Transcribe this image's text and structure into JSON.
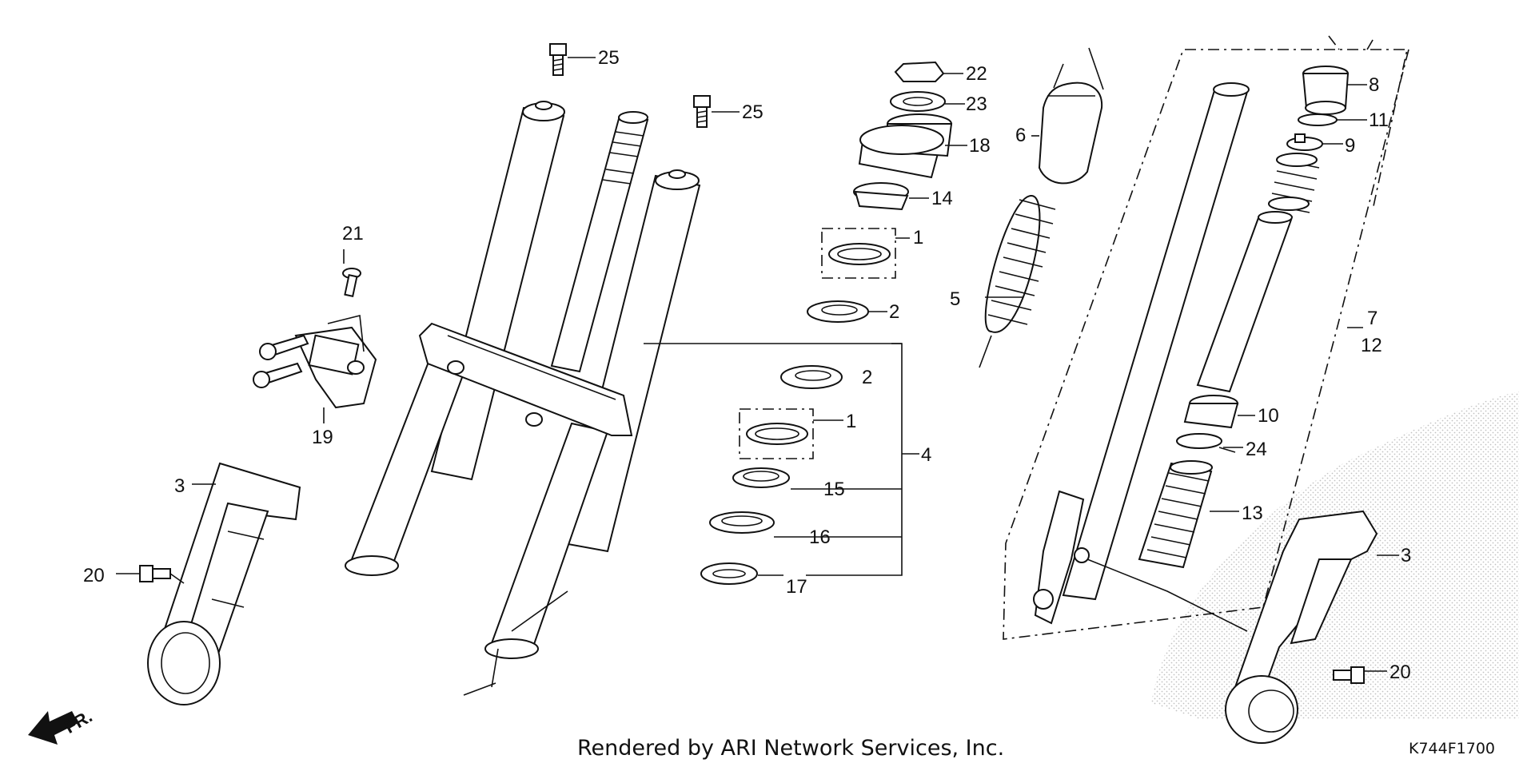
{
  "footer": {
    "rendered_by": "Rendered by ARI Network Services, Inc.",
    "diagram_code": "K744F1700"
  },
  "direction_label": "FR.",
  "callouts": [
    {
      "id": "c1a",
      "label": "1"
    },
    {
      "id": "c1b",
      "label": "1"
    },
    {
      "id": "c2a",
      "label": "2"
    },
    {
      "id": "c2b",
      "label": "2"
    },
    {
      "id": "c3a",
      "label": "3"
    },
    {
      "id": "c3b",
      "label": "3"
    },
    {
      "id": "c4",
      "label": "4"
    },
    {
      "id": "c5",
      "label": "5"
    },
    {
      "id": "c6",
      "label": "6"
    },
    {
      "id": "c7",
      "label": "7"
    },
    {
      "id": "c8",
      "label": "8"
    },
    {
      "id": "c9",
      "label": "9"
    },
    {
      "id": "c10",
      "label": "10"
    },
    {
      "id": "c11",
      "label": "11"
    },
    {
      "id": "c12",
      "label": "12"
    },
    {
      "id": "c13",
      "label": "13"
    },
    {
      "id": "c14",
      "label": "14"
    },
    {
      "id": "c15",
      "label": "15"
    },
    {
      "id": "c16",
      "label": "16"
    },
    {
      "id": "c17",
      "label": "17"
    },
    {
      "id": "c18",
      "label": "18"
    },
    {
      "id": "c19",
      "label": "19"
    },
    {
      "id": "c20a",
      "label": "20"
    },
    {
      "id": "c20b",
      "label": "20"
    },
    {
      "id": "c21",
      "label": "21"
    },
    {
      "id": "c22",
      "label": "22"
    },
    {
      "id": "c23",
      "label": "23"
    },
    {
      "id": "c24",
      "label": "24"
    },
    {
      "id": "c25a",
      "label": "25"
    },
    {
      "id": "c25b",
      "label": "25"
    }
  ]
}
